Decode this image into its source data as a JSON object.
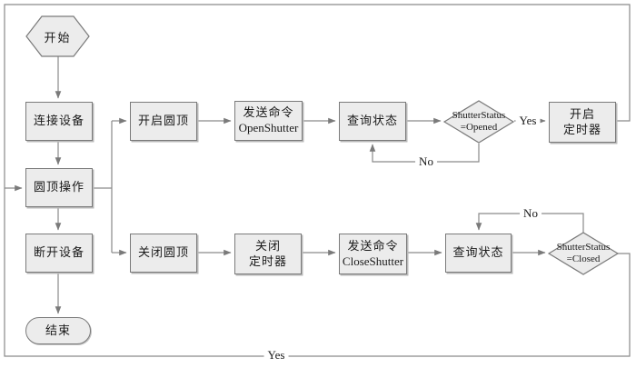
{
  "diagram": {
    "description": "Dome shutter control flowchart",
    "nodes": {
      "start": "开始",
      "connect_device": "连接设备",
      "dome_operation": "圆顶操作",
      "disconnect_device": "断开设备",
      "end": "结束",
      "open_dome": "开启圆顶",
      "send_command_open": {
        "line1": "发送命令",
        "line2": "OpenShutter"
      },
      "query_status_open": "查询状态",
      "decision_opened": {
        "line1": "ShutterStatus",
        "line2": "=Opened"
      },
      "start_timer": {
        "line1": "开启",
        "line2": "定时器"
      },
      "close_dome": "关闭圆顶",
      "stop_timer": {
        "line1": "关闭",
        "line2": "定时器"
      },
      "send_command_close": {
        "line1": "发送命令",
        "line2": "CloseShutter"
      },
      "query_status_close": "查询状态",
      "decision_closed": {
        "line1": "ShutterStatus",
        "line2": "=Closed"
      }
    },
    "edge_labels": {
      "opened_yes": "Yes",
      "opened_no": "No",
      "closed_no": "No",
      "closed_yes": "Yes"
    },
    "colors": {
      "node_fill": "#ececec",
      "node_border": "#7a7a7a",
      "connector": "#8a8a8a",
      "text": "#1a1a1a",
      "background": "#ffffff"
    }
  }
}
